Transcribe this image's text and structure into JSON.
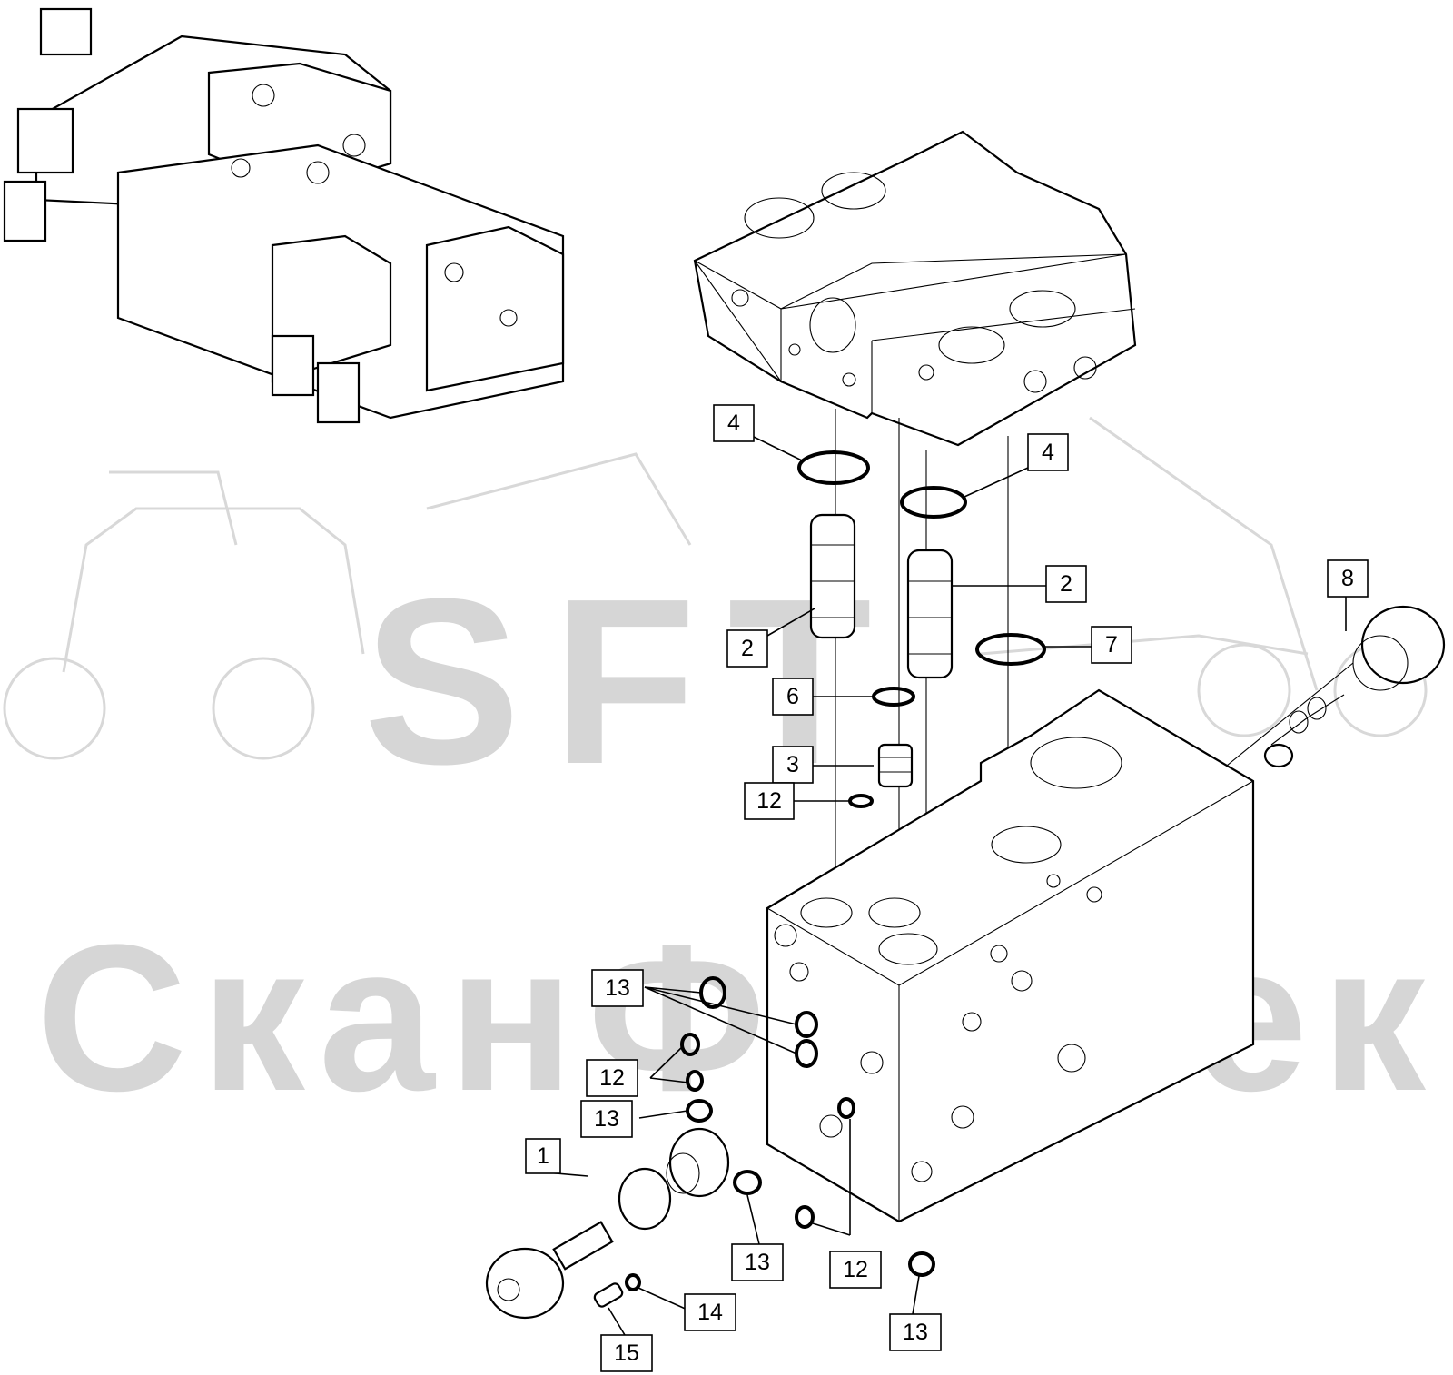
{
  "watermark": {
    "logo_text": "SFT",
    "company_text": "СканФорТек"
  },
  "callouts": [
    {
      "id": "c-4a",
      "label": "4"
    },
    {
      "id": "c-4b",
      "label": "4"
    },
    {
      "id": "c-2a",
      "label": "2"
    },
    {
      "id": "c-2b",
      "label": "2"
    },
    {
      "id": "c-7",
      "label": "7"
    },
    {
      "id": "c-8",
      "label": "8"
    },
    {
      "id": "c-6",
      "label": "6"
    },
    {
      "id": "c-3",
      "label": "3"
    },
    {
      "id": "c-12a",
      "label": "12"
    },
    {
      "id": "c-13a",
      "label": "13"
    },
    {
      "id": "c-12b",
      "label": "12"
    },
    {
      "id": "c-13b",
      "label": "13"
    },
    {
      "id": "c-1",
      "label": "1"
    },
    {
      "id": "c-13c",
      "label": "13"
    },
    {
      "id": "c-12c",
      "label": "12"
    },
    {
      "id": "c-14",
      "label": "14"
    },
    {
      "id": "c-15",
      "label": "15"
    },
    {
      "id": "c-13d",
      "label": "13"
    }
  ]
}
